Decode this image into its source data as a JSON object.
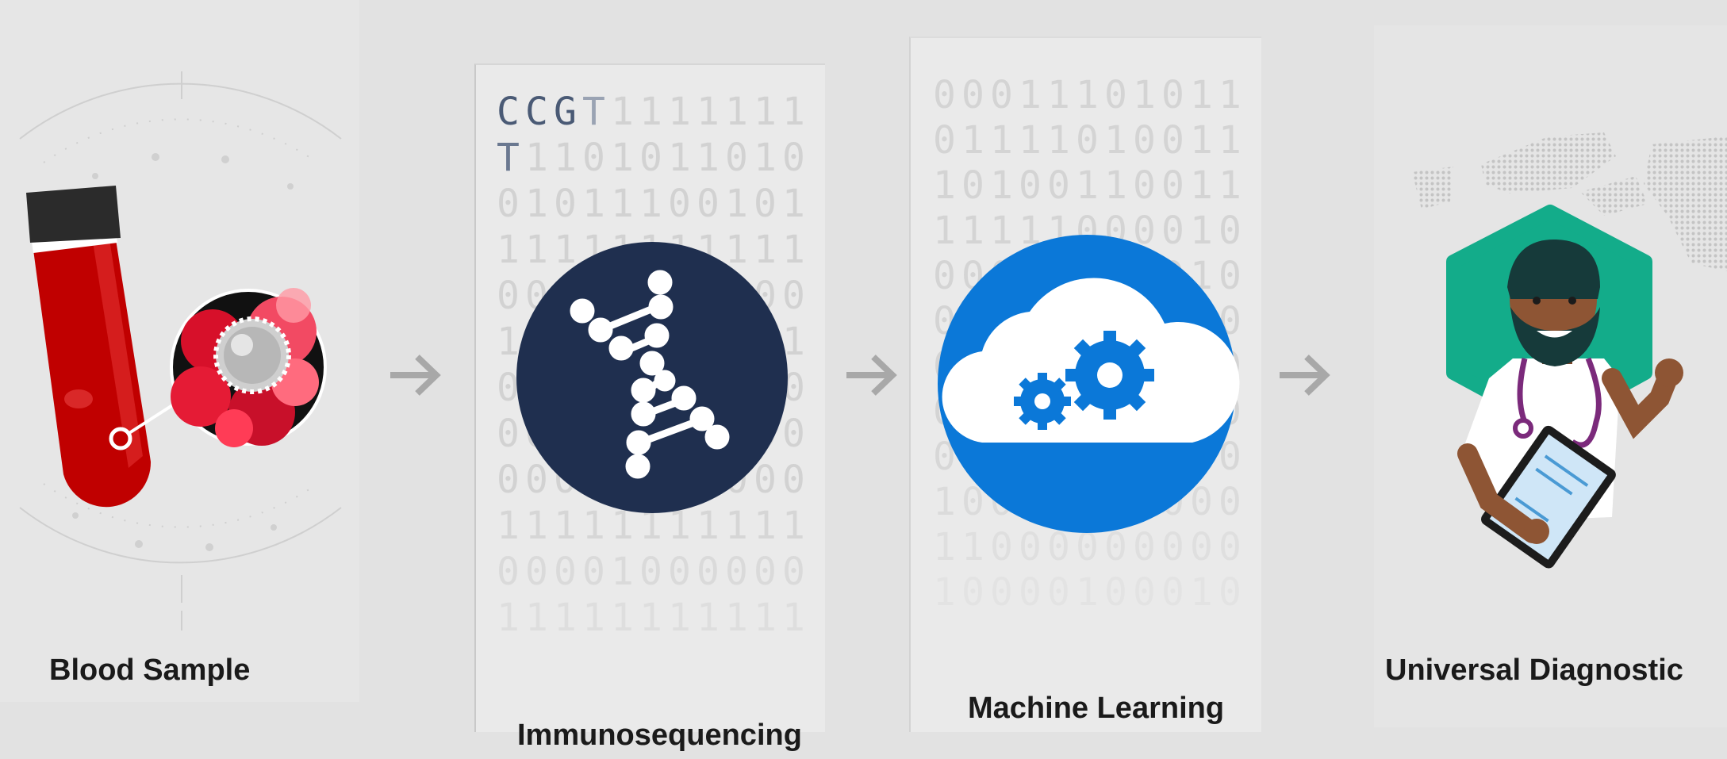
{
  "steps": [
    {
      "label": "Blood Sample",
      "icon": "blood-tube-icon"
    },
    {
      "label": "Immunosequencing",
      "icon": "dna-icon"
    },
    {
      "label": "Machine Learning",
      "icon": "cloud-gears-icon"
    },
    {
      "label": "Universal Diagnostic",
      "icon": "doctor-icon"
    }
  ],
  "sequence_grid": {
    "rows": [
      "CCGT1111111",
      "T1101011010",
      "01011100101",
      "11111111111",
      "00000000000",
      "11111111111",
      "00000000000",
      "00000000000",
      "00000000000",
      "11111111111",
      "00001000000",
      "11111111111"
    ]
  },
  "binary_grid": {
    "rows": [
      "00011101011",
      "01111010011",
      "10100110011",
      "11111000010",
      "00000000010",
      "00000000000",
      "00000000000",
      "00000000000",
      "00000000000",
      "10000000000",
      "11000000000",
      "10000100010"
    ]
  },
  "colors": {
    "blood_red": "#c00000",
    "navy": "#1f2f4f",
    "azure": "#0b78d8",
    "teal": "#13ac8a",
    "arrow_gray": "#a8a8a8"
  }
}
